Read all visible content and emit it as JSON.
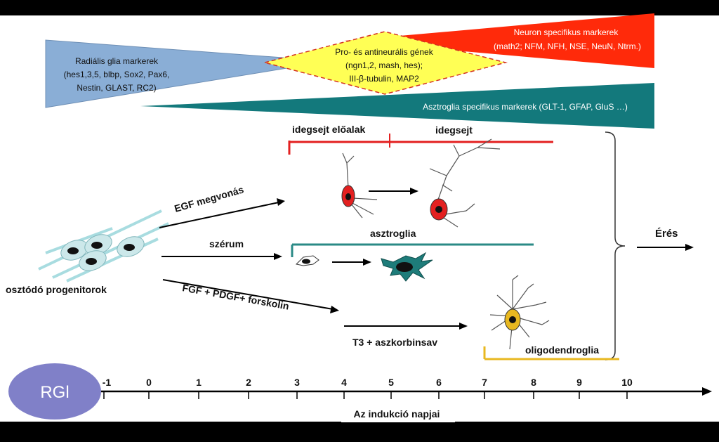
{
  "markers": {
    "radial_glia": {
      "line1": "Radiális glia markerek",
      "line2": "(hes1,3,5, blbp, Sox2, Pax6,",
      "line3": "Nestin, GLAST, RC2)"
    },
    "neuron": {
      "line1": "Neuron specifikus markerek",
      "line2": "(math2; NFM, NFH, NSE, NeuN, Ntrm.)"
    },
    "proneural": {
      "line1": "Pro- és antineurális gének",
      "line2": "(ngn1,2, mash, hes);",
      "line3": "III-β-tubulin, MAP2"
    },
    "astroglia": {
      "line1": "Asztroglia specifikus markerek (GLT-1, GFAP, GluS …)"
    }
  },
  "labels": {
    "precursor": "idegsejt előalak",
    "neuron": "idegsejt",
    "astroglia": "asztroglia",
    "oligodendroglia": "oligodendroglia",
    "progenitors": "osztódó progenitorok",
    "egf": "EGF megvonás",
    "serum": "szérum",
    "fgf": "FGF + PDGF+ forskolin",
    "t3": "T3 + aszkorbinsav",
    "maturation": "Érés",
    "rgl": "RGl",
    "axis_title": "Az indukció napjai"
  },
  "axis": {
    "ticks": [
      "-1",
      "0",
      "1",
      "2",
      "3",
      "4",
      "5",
      "6",
      "7",
      "8",
      "9",
      "10"
    ]
  },
  "colors": {
    "radial_glia": "#8aaed6",
    "neuron": "#ff2a0a",
    "proneural": "#ffff55",
    "astroglia": "#13797c",
    "red_bar": "#e32020",
    "teal_bar": "#2a8a86",
    "gold_bar": "#e8b820",
    "rgl_oval": "#8080c8"
  }
}
